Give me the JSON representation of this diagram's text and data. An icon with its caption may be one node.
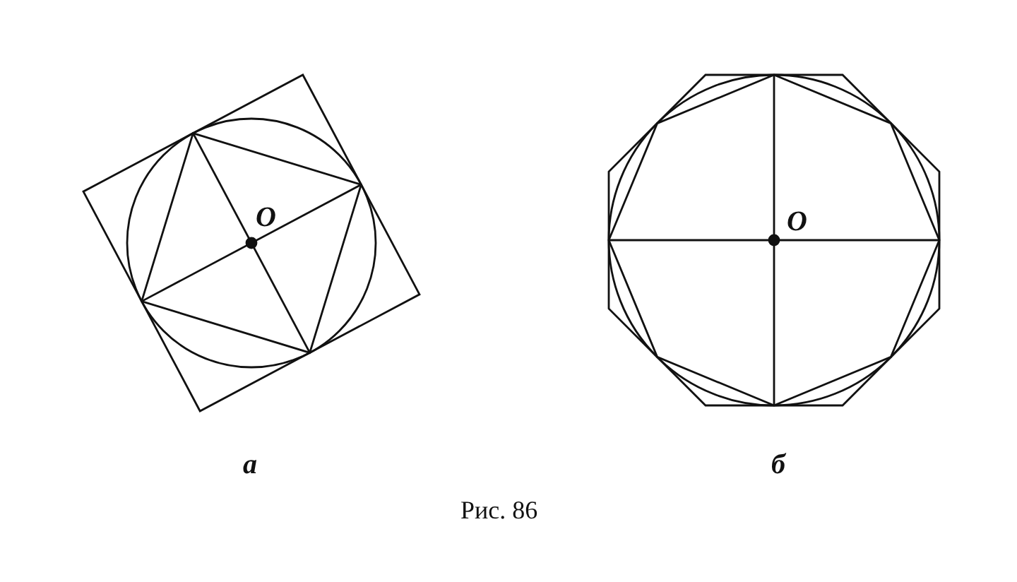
{
  "diagram": {
    "caption": "Рис. 86",
    "labels": [
      "O",
      "O",
      "а",
      "б"
    ]
  }
}
